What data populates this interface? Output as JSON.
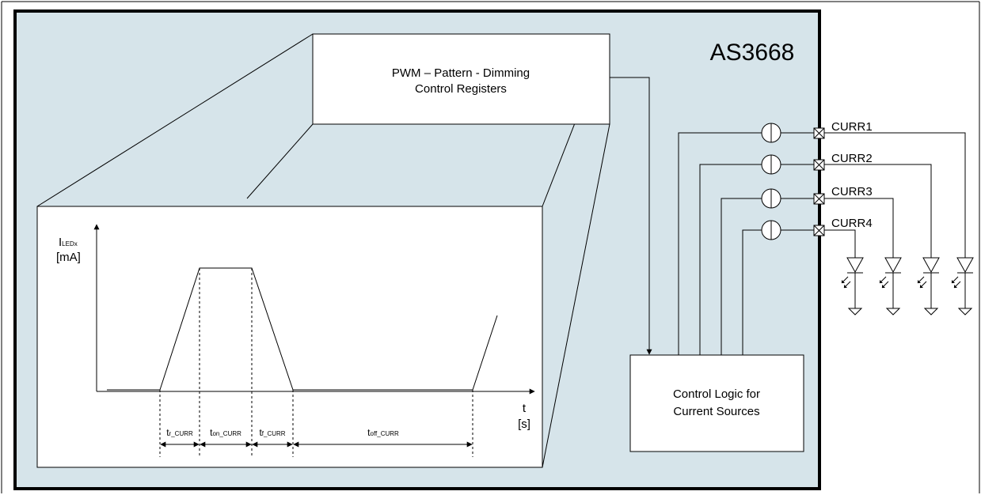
{
  "chip": {
    "name": "AS3668",
    "body_color": "#d6e4ea"
  },
  "registers_box": {
    "line1": "PWM – Pattern - Dimming",
    "line2": "Control Registers"
  },
  "logic_box": {
    "line1": "Control Logic for",
    "line2": "Current Sources"
  },
  "pins": [
    "CURR1",
    "CURR2",
    "CURR3",
    "CURR4"
  ],
  "waveform": {
    "y_label_main": "I",
    "y_label_sub": "LEDx",
    "y_unit": "[mA]",
    "x_label": "t",
    "x_unit": "[s]",
    "intervals": [
      {
        "main": "t",
        "sub": "r_CURR"
      },
      {
        "main": "t",
        "sub": "on_CURR"
      },
      {
        "main": "t",
        "sub": "f_CURR"
      },
      {
        "main": "t",
        "sub": "off_CURR"
      }
    ]
  },
  "icons": {
    "current_source": "current-source-icon",
    "pin_pad": "pin-pad-icon",
    "led": "led-diode-icon",
    "ground": "ground-icon"
  }
}
